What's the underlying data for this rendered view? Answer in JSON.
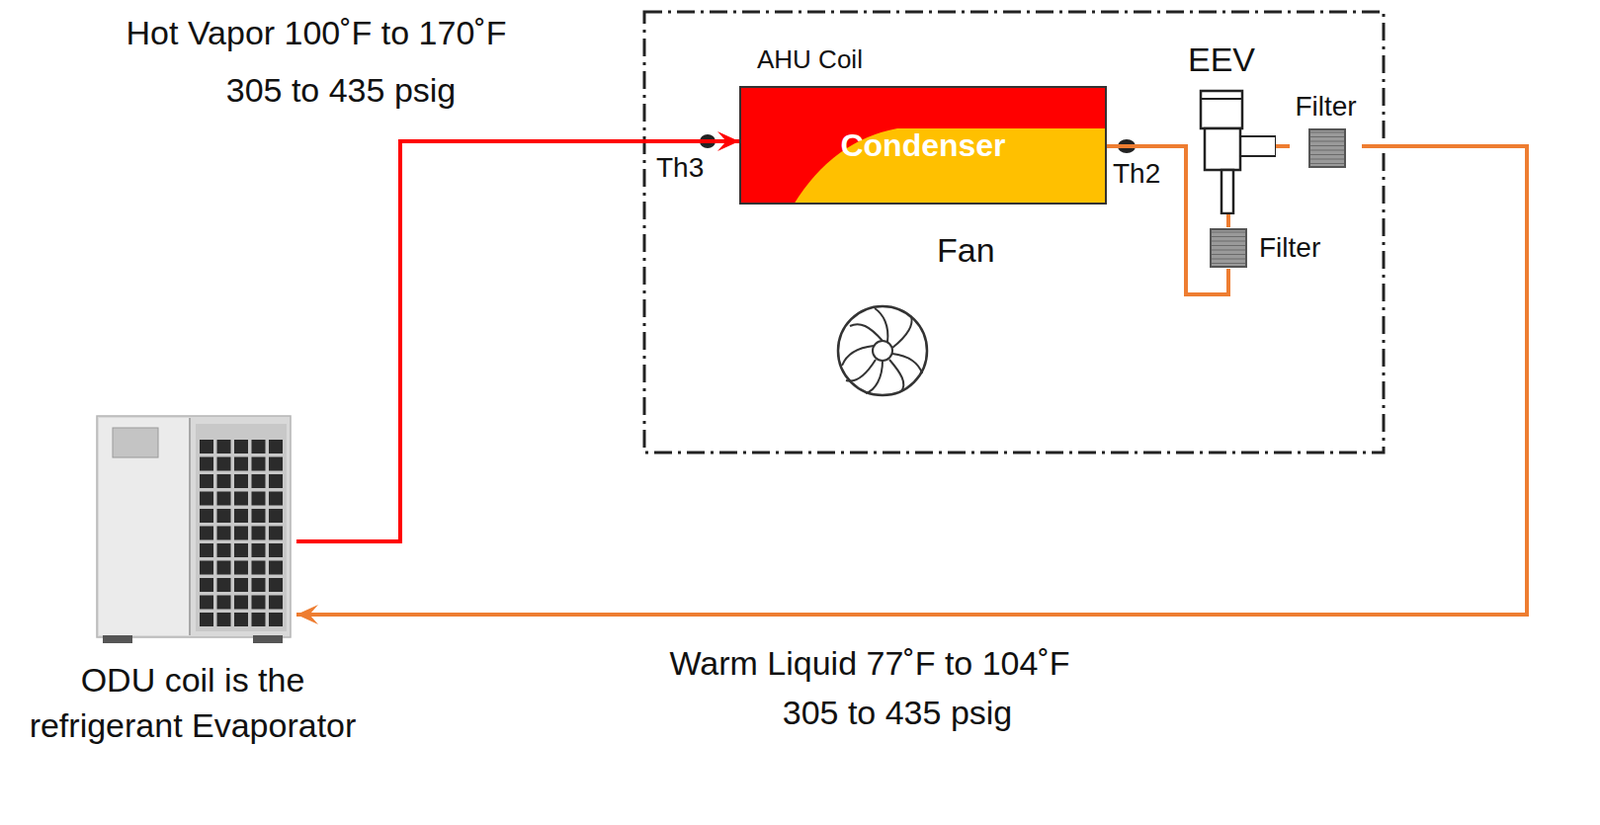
{
  "diagram": {
    "nodes": [
      {
        "text": [
          "AHU Coil",
          "Condenser"
        ]
      },
      {
        "text": [
          "EEV"
        ]
      },
      {
        "text": [
          "Filter"
        ]
      },
      {
        "text": [
          "Filter"
        ]
      },
      {
        "text": [
          "ODU coil is the refrigerant Evaporator"
        ]
      }
    ],
    "edges": [
      {
        "from": 4,
        "to": 0,
        "arrow": "to"
      },
      {
        "from": 0,
        "to": 3,
        "arrow": "none"
      },
      {
        "from": 3,
        "to": 1,
        "arrow": "none"
      },
      {
        "from": 1,
        "to": 2,
        "arrow": "none"
      },
      {
        "from": 2,
        "to": 4,
        "arrow": "to"
      }
    ],
    "labels": [
      "Hot Vapor 100˚F to 170˚F",
      "305 to 435 psig",
      "Th3",
      "Th2",
      "Fan",
      "Warm Liquid 77˚F to 104˚F",
      "305 to 435 psig"
    ]
  }
}
